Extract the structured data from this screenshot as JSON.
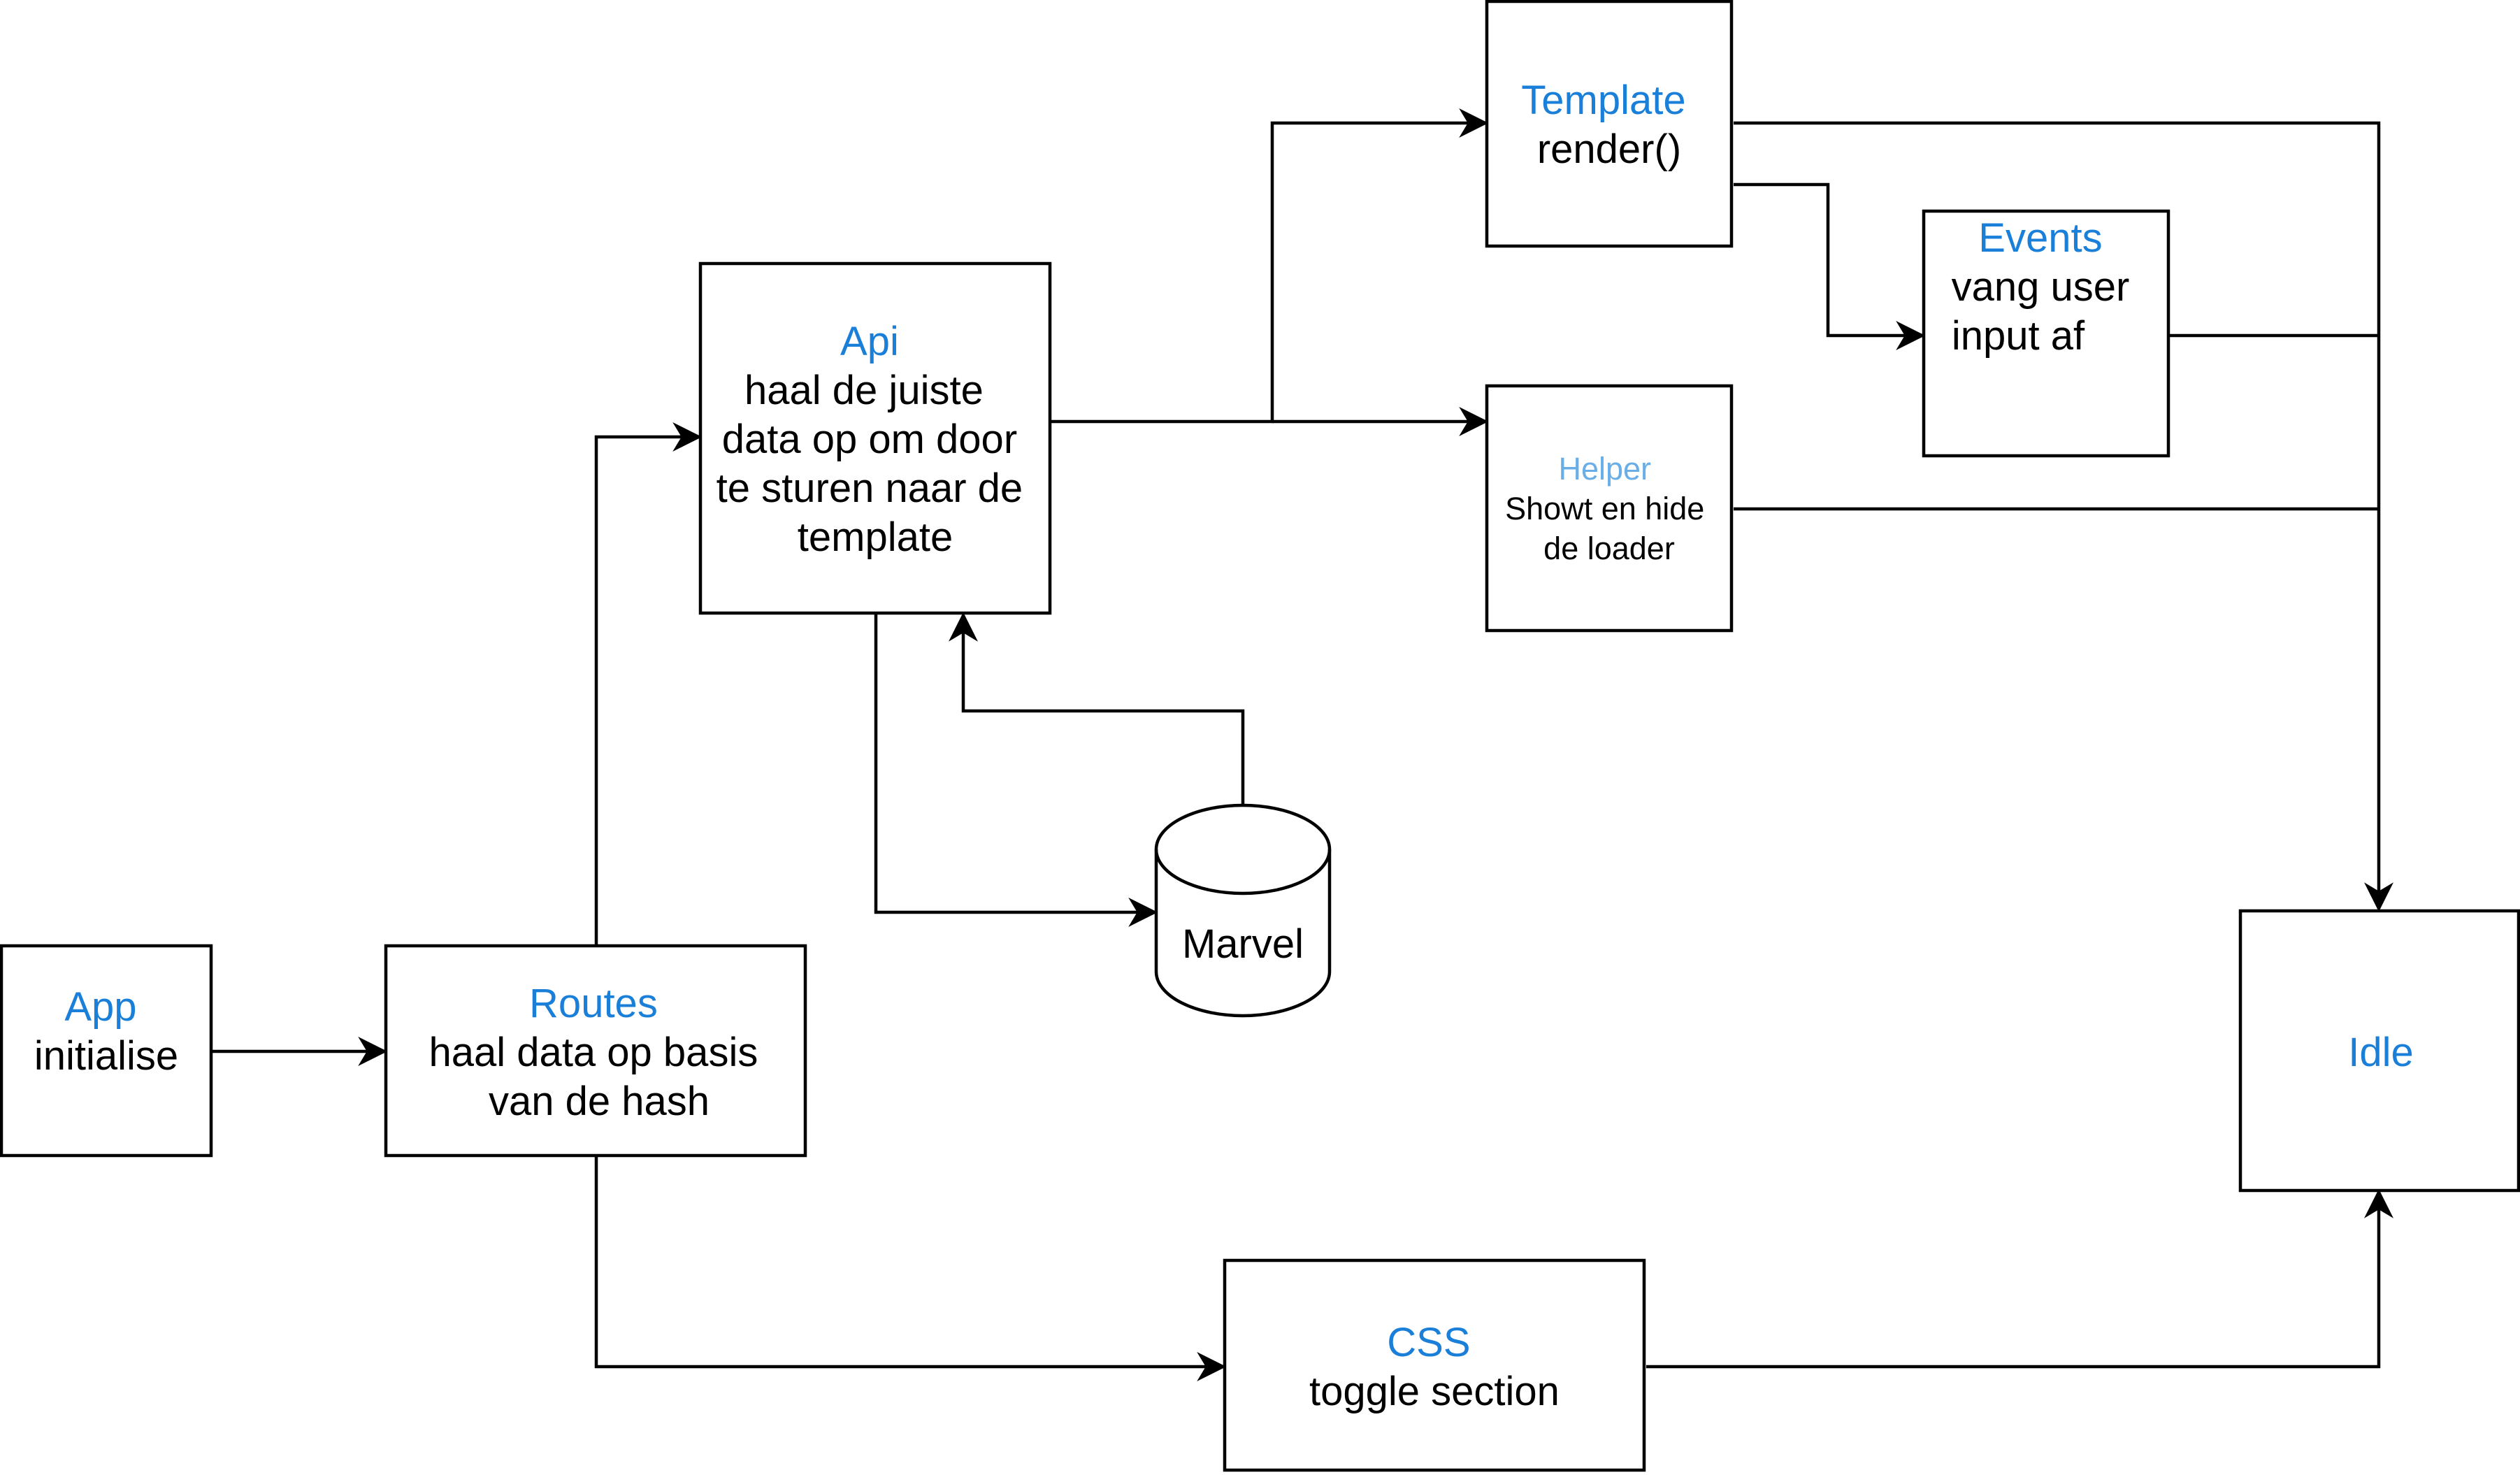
{
  "nodes": {
    "app": {
      "title": "App",
      "lines": [
        "initialise"
      ]
    },
    "routes": {
      "title": "Routes",
      "lines": [
        "haal data op basis",
        "van de hash"
      ]
    },
    "api": {
      "title": "Api",
      "lines": [
        "haal de juiste",
        "data op om door",
        "te sturen naar de",
        "template"
      ]
    },
    "template": {
      "title": "Template",
      "lines": [
        "render()"
      ]
    },
    "events": {
      "title": "Events",
      "lines": [
        "vang user",
        "input af"
      ]
    },
    "helper": {
      "title": "Helper",
      "lines": [
        "Showt en hide",
        "de loader"
      ]
    },
    "marvel": {
      "title": "",
      "lines": [
        "Marvel"
      ]
    },
    "idle": {
      "title": "Idle",
      "lines": []
    },
    "css": {
      "title": "CSS",
      "lines": [
        "toggle section"
      ]
    }
  },
  "colors": {
    "title": "#1a7fd9",
    "helper_title": "#6aaee8",
    "stroke": "#000000"
  }
}
